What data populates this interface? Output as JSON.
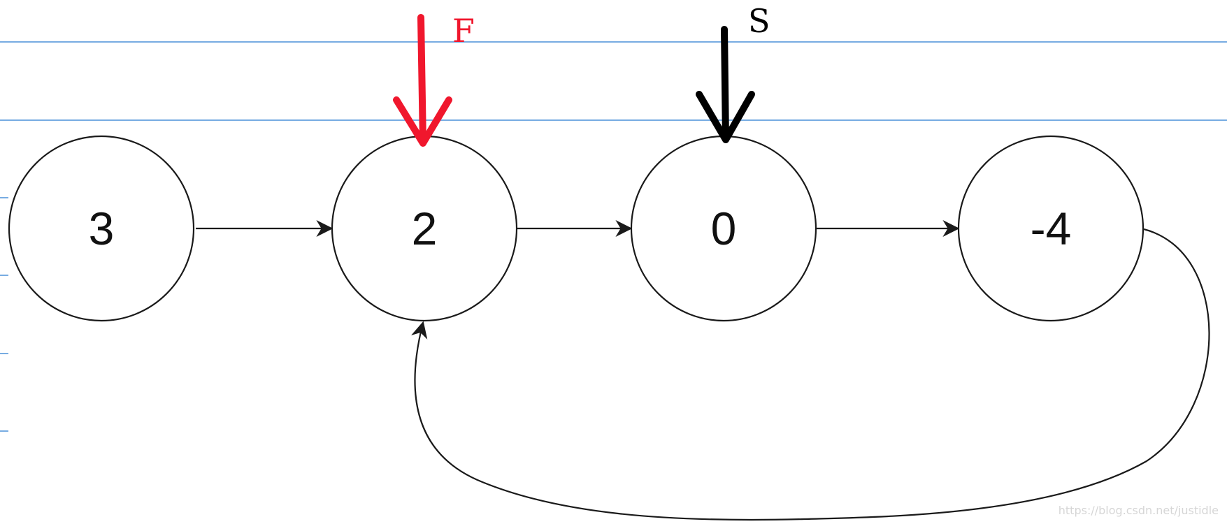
{
  "diagram": {
    "nodes": [
      {
        "id": "n1",
        "label": "3"
      },
      {
        "id": "n2",
        "label": "2"
      },
      {
        "id": "n3",
        "label": "0"
      },
      {
        "id": "n4",
        "label": "-4"
      }
    ],
    "pointers": {
      "fast": {
        "label": "F",
        "color": "#f0172d",
        "points_to": "n2"
      },
      "slow": {
        "label": "S",
        "color": "#000000",
        "points_to": "n3"
      }
    },
    "edges": [
      {
        "from": "n1",
        "to": "n2"
      },
      {
        "from": "n2",
        "to": "n3"
      },
      {
        "from": "n3",
        "to": "n4"
      },
      {
        "from": "n4",
        "to": "n2",
        "kind": "cycle"
      }
    ],
    "colors": {
      "rule_lines": "#4a90d9",
      "stroke": "#1a1a1a"
    }
  },
  "watermark": "https://blog.csdn.net/justidle"
}
